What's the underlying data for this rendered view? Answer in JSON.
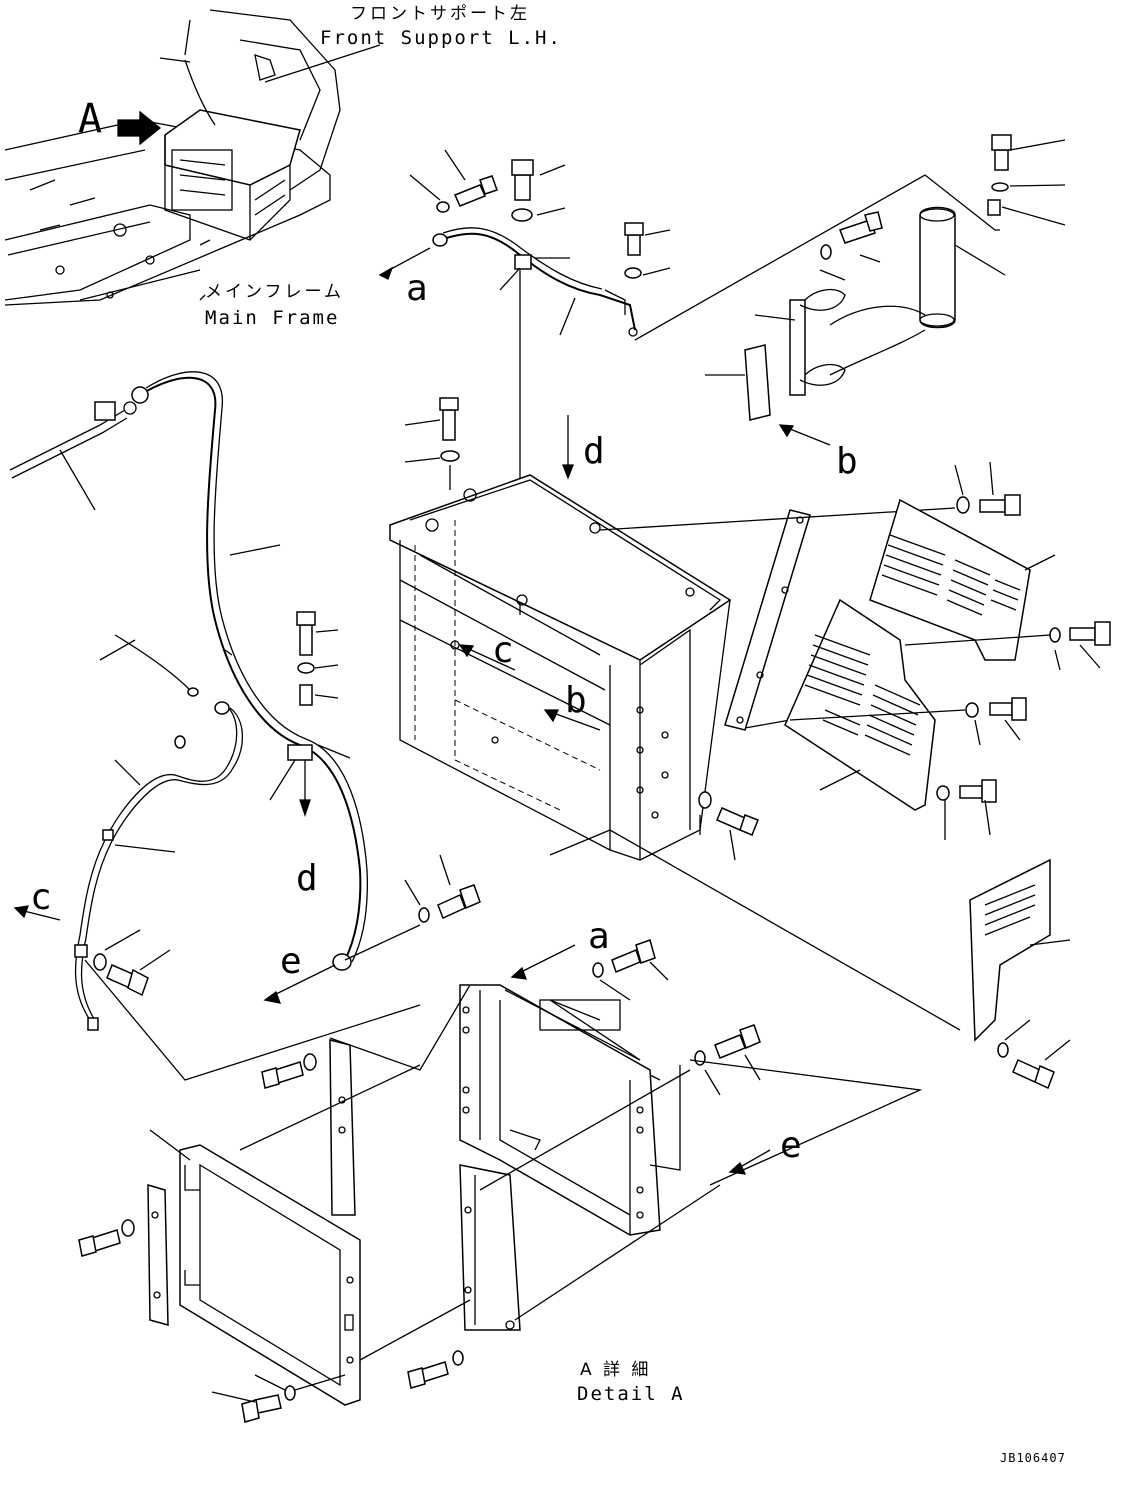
{
  "captions": {
    "front_support_jp": "フロントサポート左",
    "front_support_en": "Front Support L.H.",
    "main_frame_jp": "メインフレーム",
    "main_frame_en": "Main Frame",
    "detail_jp": "A 詳 細",
    "detail_en": "Detail A",
    "view_marker": "A",
    "drawing_code": "JB106407"
  },
  "reference_letters": {
    "a_top": "a",
    "a_bottom": "a",
    "b_top": "b",
    "b_mid": "b",
    "c_mid": "c",
    "c_left": "c",
    "d_top": "d",
    "d_left": "d",
    "e_left": "e",
    "e_right": "e"
  },
  "colors": {
    "ink": "#000000",
    "paper": "#ffffff"
  }
}
